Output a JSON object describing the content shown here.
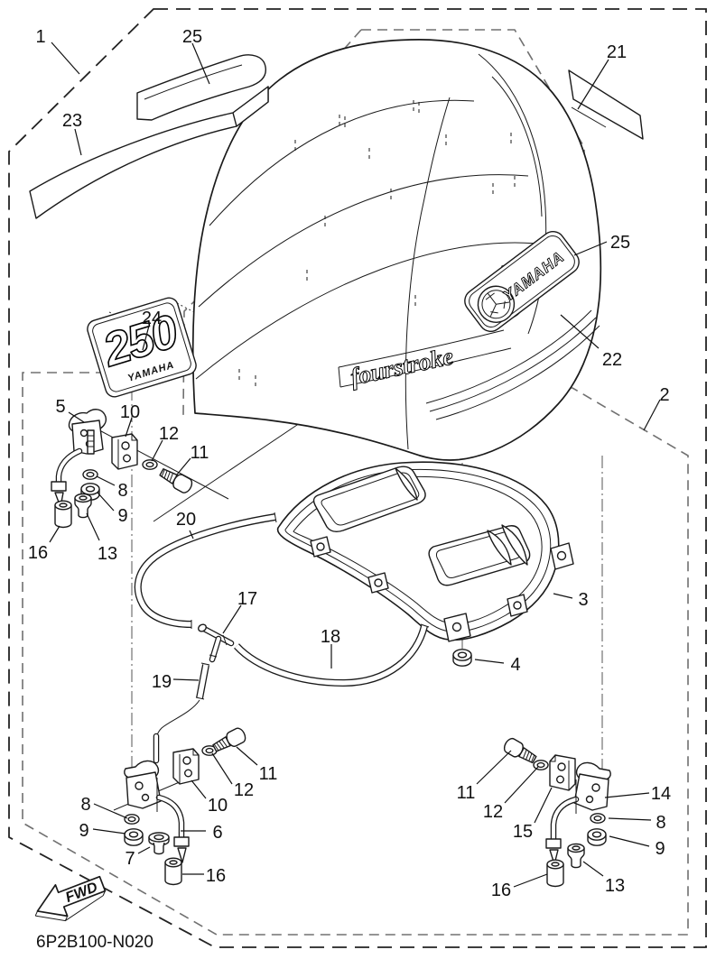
{
  "diagram": {
    "part_code": "6P2B100-N020",
    "fwd_label": "FWD",
    "decals": {
      "badge_model_number": "250",
      "badge_brand": "YAMAHA",
      "side_brand": "YAMAHA",
      "engine_type": "fourstroke"
    },
    "colors": {
      "line": "#1a1a1a",
      "background": "#ffffff",
      "secondary_dash": "#707070"
    },
    "callouts": [
      {
        "part": "1"
      },
      {
        "part": "25"
      },
      {
        "part": "21"
      },
      {
        "part": "23"
      },
      {
        "part": "25"
      },
      {
        "part": "24"
      },
      {
        "part": "22"
      },
      {
        "part": "2"
      },
      {
        "part": "5"
      },
      {
        "part": "10"
      },
      {
        "part": "12"
      },
      {
        "part": "11"
      },
      {
        "part": "8"
      },
      {
        "part": "9"
      },
      {
        "part": "16"
      },
      {
        "part": "13"
      },
      {
        "part": "20"
      },
      {
        "part": "17"
      },
      {
        "part": "18"
      },
      {
        "part": "19"
      },
      {
        "part": "3"
      },
      {
        "part": "4"
      },
      {
        "part": "8"
      },
      {
        "part": "9"
      },
      {
        "part": "11"
      },
      {
        "part": "12"
      },
      {
        "part": "10"
      },
      {
        "part": "6"
      },
      {
        "part": "7"
      },
      {
        "part": "16"
      },
      {
        "part": "11"
      },
      {
        "part": "12"
      },
      {
        "part": "15"
      },
      {
        "part": "14"
      },
      {
        "part": "8"
      },
      {
        "part": "9"
      },
      {
        "part": "16"
      },
      {
        "part": "13"
      }
    ]
  }
}
